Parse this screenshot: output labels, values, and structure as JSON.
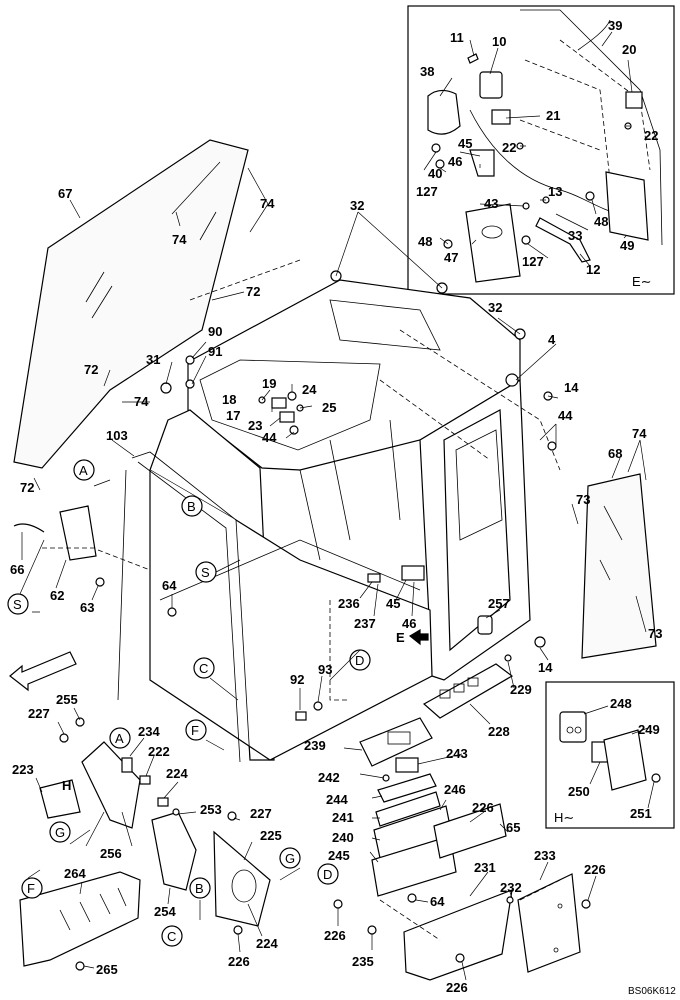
{
  "figure_code": "BS06K612",
  "inset_serial_marks": {
    "upper": "E∼",
    "lower": "H∼"
  },
  "direction_marks": {
    "e": "E",
    "h": "H"
  },
  "part_labels": {
    "p10": "10",
    "p11": "11",
    "p39": "39",
    "p20": "20",
    "p38": "38",
    "p21": "21",
    "p22a": "22",
    "p22b": "22",
    "p45a": "45",
    "p46a": "46",
    "p127a": "127",
    "p40": "40",
    "p43": "43",
    "p13": "13",
    "p48a": "48",
    "p48b": "48",
    "p33": "33",
    "p49": "49",
    "p47": "47",
    "p127b": "127",
    "p12": "12",
    "p67": "67",
    "p74a": "74",
    "p74b": "74",
    "p72a": "72",
    "p72b": "72",
    "p74c": "74",
    "p72c": "72",
    "p32a": "32",
    "p32b": "32",
    "p4": "4",
    "p90": "90",
    "p91": "91",
    "p31": "31",
    "p19": "19",
    "p24": "24",
    "p18": "18",
    "p25": "25",
    "p17": "17",
    "p23": "23",
    "p44a": "44",
    "p14a": "14",
    "p44b": "44",
    "p74d": "74",
    "p68": "68",
    "p73a": "73",
    "p73b": "73",
    "p103": "103",
    "p66": "66",
    "p62": "62",
    "p63": "63",
    "p64a": "64",
    "p236": "236",
    "p237": "237",
    "p45b": "45",
    "p46b": "46",
    "p257": "257",
    "p14b": "14",
    "p229": "229",
    "p92": "92",
    "p93": "93",
    "p228": "228",
    "p248": "248",
    "p249": "249",
    "p250": "250",
    "p251": "251",
    "p255": "255",
    "p227a": "227",
    "p234": "234",
    "p222": "222",
    "p223": "223",
    "p224a": "224",
    "p253": "253",
    "p227b": "227",
    "p225": "225",
    "p239": "239",
    "p243": "243",
    "p242": "242",
    "p244": "244",
    "p246": "246",
    "p226a": "226",
    "p241": "241",
    "p65": "65",
    "p240": "240",
    "p245": "245",
    "p231": "231",
    "p233": "233",
    "p226b": "226",
    "p256": "256",
    "p254": "254",
    "p264": "264",
    "p224b": "224",
    "p226c": "226",
    "p64b": "64",
    "p232": "232",
    "p226d": "226",
    "p235": "235",
    "p226e": "226",
    "p265": "265"
  },
  "callouts": {
    "a1": "A",
    "a2": "A",
    "b1": "B",
    "b2": "B",
    "s1": "S",
    "s2": "S",
    "c1": "C",
    "c2": "C",
    "d1": "D",
    "d2": "D",
    "f1": "F",
    "f2": "F",
    "g1": "G",
    "g2": "G"
  }
}
